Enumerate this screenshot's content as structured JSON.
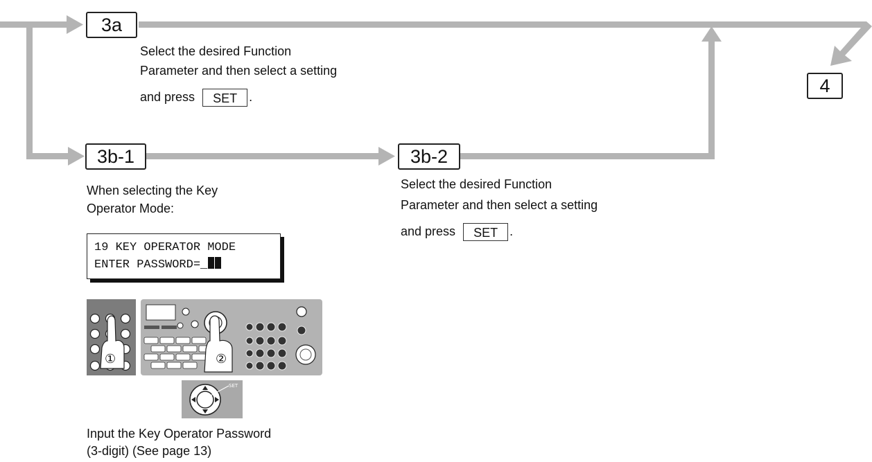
{
  "steps": {
    "s3a": "3a",
    "s3b1": "3b-1",
    "s3b2": "3b-2",
    "s4": "4"
  },
  "step3a": {
    "line1": "Select the desired Function",
    "line2": "Parameter and then select a setting",
    "line3_prefix": "and press",
    "set_key": "SET",
    "line3_suffix": "."
  },
  "step3b1": {
    "line1": "When selecting the Key",
    "line2": "Operator Mode:"
  },
  "lcd": {
    "line1": "19 KEY OPERATOR MODE",
    "line2": "ENTER PASSWORD=_"
  },
  "panel": {
    "marker1": "①",
    "marker2": "②",
    "set_label": "SET"
  },
  "step3b1_footer": {
    "line1": "Input the Key Operator Password",
    "line2": "(3-digit) (See page 13)"
  },
  "step3b2": {
    "line1": "Select the desired Function",
    "line2": "Parameter and then select a setting",
    "line3_prefix": "and press",
    "set_key": "SET",
    "line3_suffix": "."
  },
  "colors": {
    "arrow": "#b4b4b4",
    "text": "#111111"
  }
}
